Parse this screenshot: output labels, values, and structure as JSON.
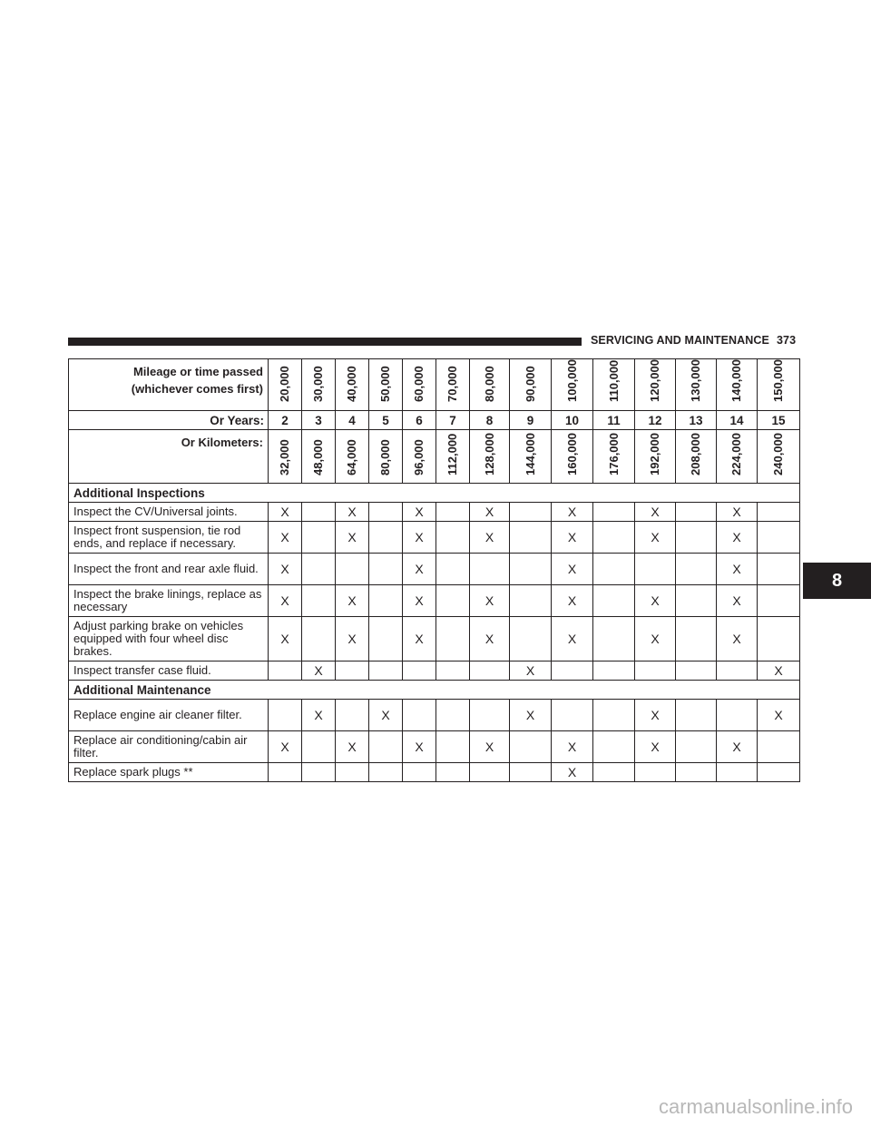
{
  "header": {
    "title": "SERVICING AND MAINTENANCE",
    "page_number": "373"
  },
  "chapter_tab": "8",
  "watermark": "carmanualsonline.info",
  "table": {
    "mileage_label_line1": "Mileage or time passed",
    "mileage_label_line2": "(whichever comes first)",
    "years_label": "Or Years:",
    "km_label": "Or Kilometers:",
    "mileage": [
      "20,000",
      "30,000",
      "40,000",
      "50,000",
      "60,000",
      "70,000",
      "80,000",
      "90,000",
      "100,000",
      "110,000",
      "120,000",
      "130,000",
      "140,000",
      "150,000"
    ],
    "years": [
      "2",
      "3",
      "4",
      "5",
      "6",
      "7",
      "8",
      "9",
      "10",
      "11",
      "12",
      "13",
      "14",
      "15"
    ],
    "kilometers": [
      "32,000",
      "48,000",
      "64,000",
      "80,000",
      "96,000",
      "112,000",
      "128,000",
      "144,000",
      "160,000",
      "176,000",
      "192,000",
      "208,000",
      "224,000",
      "240,000"
    ],
    "sections": [
      {
        "title": "Additional Inspections",
        "rows": [
          {
            "label": "Inspect the CV/Universal joints.",
            "marks": [
              "X",
              "",
              "X",
              "",
              "X",
              "",
              "X",
              "",
              "X",
              "",
              "X",
              "",
              "X",
              ""
            ]
          },
          {
            "label": "Inspect front suspension, tie rod ends, and replace if necessary.",
            "marks": [
              "X",
              "",
              "X",
              "",
              "X",
              "",
              "X",
              "",
              "X",
              "",
              "X",
              "",
              "X",
              ""
            ]
          },
          {
            "label": "Inspect the front and rear axle fluid.",
            "marks": [
              "X",
              "",
              "",
              "",
              "X",
              "",
              "",
              "",
              "X",
              "",
              "",
              "",
              "X",
              ""
            ]
          },
          {
            "label": "Inspect the brake linings, replace as necessary",
            "marks": [
              "X",
              "",
              "X",
              "",
              "X",
              "",
              "X",
              "",
              "X",
              "",
              "X",
              "",
              "X",
              ""
            ]
          },
          {
            "label": "Adjust parking brake on vehicles equipped with four wheel disc brakes.",
            "marks": [
              "X",
              "",
              "X",
              "",
              "X",
              "",
              "X",
              "",
              "X",
              "",
              "X",
              "",
              "X",
              ""
            ]
          },
          {
            "label": "Inspect transfer case fluid.",
            "marks": [
              "",
              "X",
              "",
              "",
              "",
              "",
              "",
              "X",
              "",
              "",
              "",
              "",
              "",
              "X"
            ]
          }
        ]
      },
      {
        "title": "Additional Maintenance",
        "rows": [
          {
            "label": "Replace engine air cleaner filter.",
            "marks": [
              "",
              "X",
              "",
              "X",
              "",
              "",
              "",
              "X",
              "",
              "",
              "X",
              "",
              "",
              "X"
            ]
          },
          {
            "label": "Replace air conditioning/cabin air filter.",
            "marks": [
              "X",
              "",
              "X",
              "",
              "X",
              "",
              "X",
              "",
              "X",
              "",
              "X",
              "",
              "X",
              ""
            ]
          },
          {
            "label": "Replace spark plugs **",
            "marks": [
              "",
              "",
              "",
              "",
              "",
              "",
              "",
              "",
              "X",
              "",
              "",
              "",
              "",
              ""
            ]
          }
        ]
      }
    ]
  }
}
